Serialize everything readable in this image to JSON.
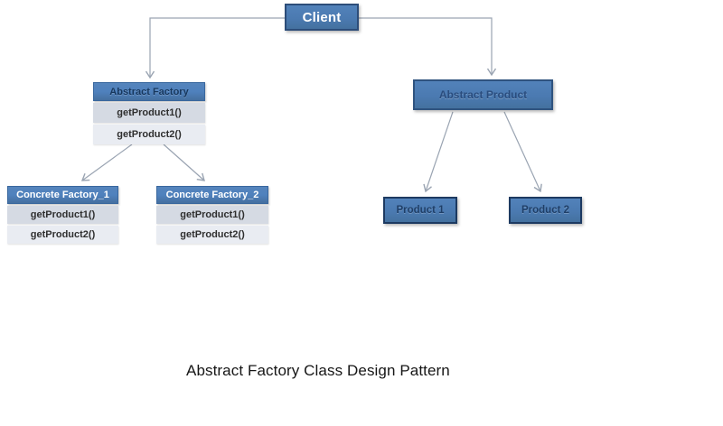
{
  "diagram": {
    "title_caption": "Abstract Factory Class Design Pattern",
    "client": {
      "label": "Client"
    },
    "abstract_factory": {
      "title": "Abstract Factory",
      "methods": [
        "getProduct1()",
        "getProduct2()"
      ]
    },
    "concrete_factory_1": {
      "title": "Concrete Factory_1",
      "methods": [
        "getProduct1()",
        "getProduct2()"
      ]
    },
    "concrete_factory_2": {
      "title": "Concrete Factory_2",
      "methods": [
        "getProduct1()",
        "getProduct2()"
      ]
    },
    "abstract_product": {
      "label": "Abstract Product"
    },
    "product_1": {
      "label": "Product 1"
    },
    "product_2": {
      "label": "Product 2"
    },
    "relations": [
      "Client -> Abstract Factory",
      "Client -> Abstract Product",
      "Abstract Factory -> Concrete Factory_1",
      "Abstract Factory -> Concrete Factory_2",
      "Abstract Product -> Product 1",
      "Abstract Product -> Product 2"
    ]
  },
  "colors": {
    "node_fill": "#4d7cb4",
    "header_fill": "#4f81bd",
    "client_border": "#2d4d79",
    "product_border": "#1d3a61",
    "row_shade_a": "#d5dae3",
    "row_shade_b": "#e9ecf2",
    "dark_navy_text": "#17375d",
    "connector": "#9aa4b2",
    "caption_text": "#161616",
    "background": "#ffffff"
  }
}
